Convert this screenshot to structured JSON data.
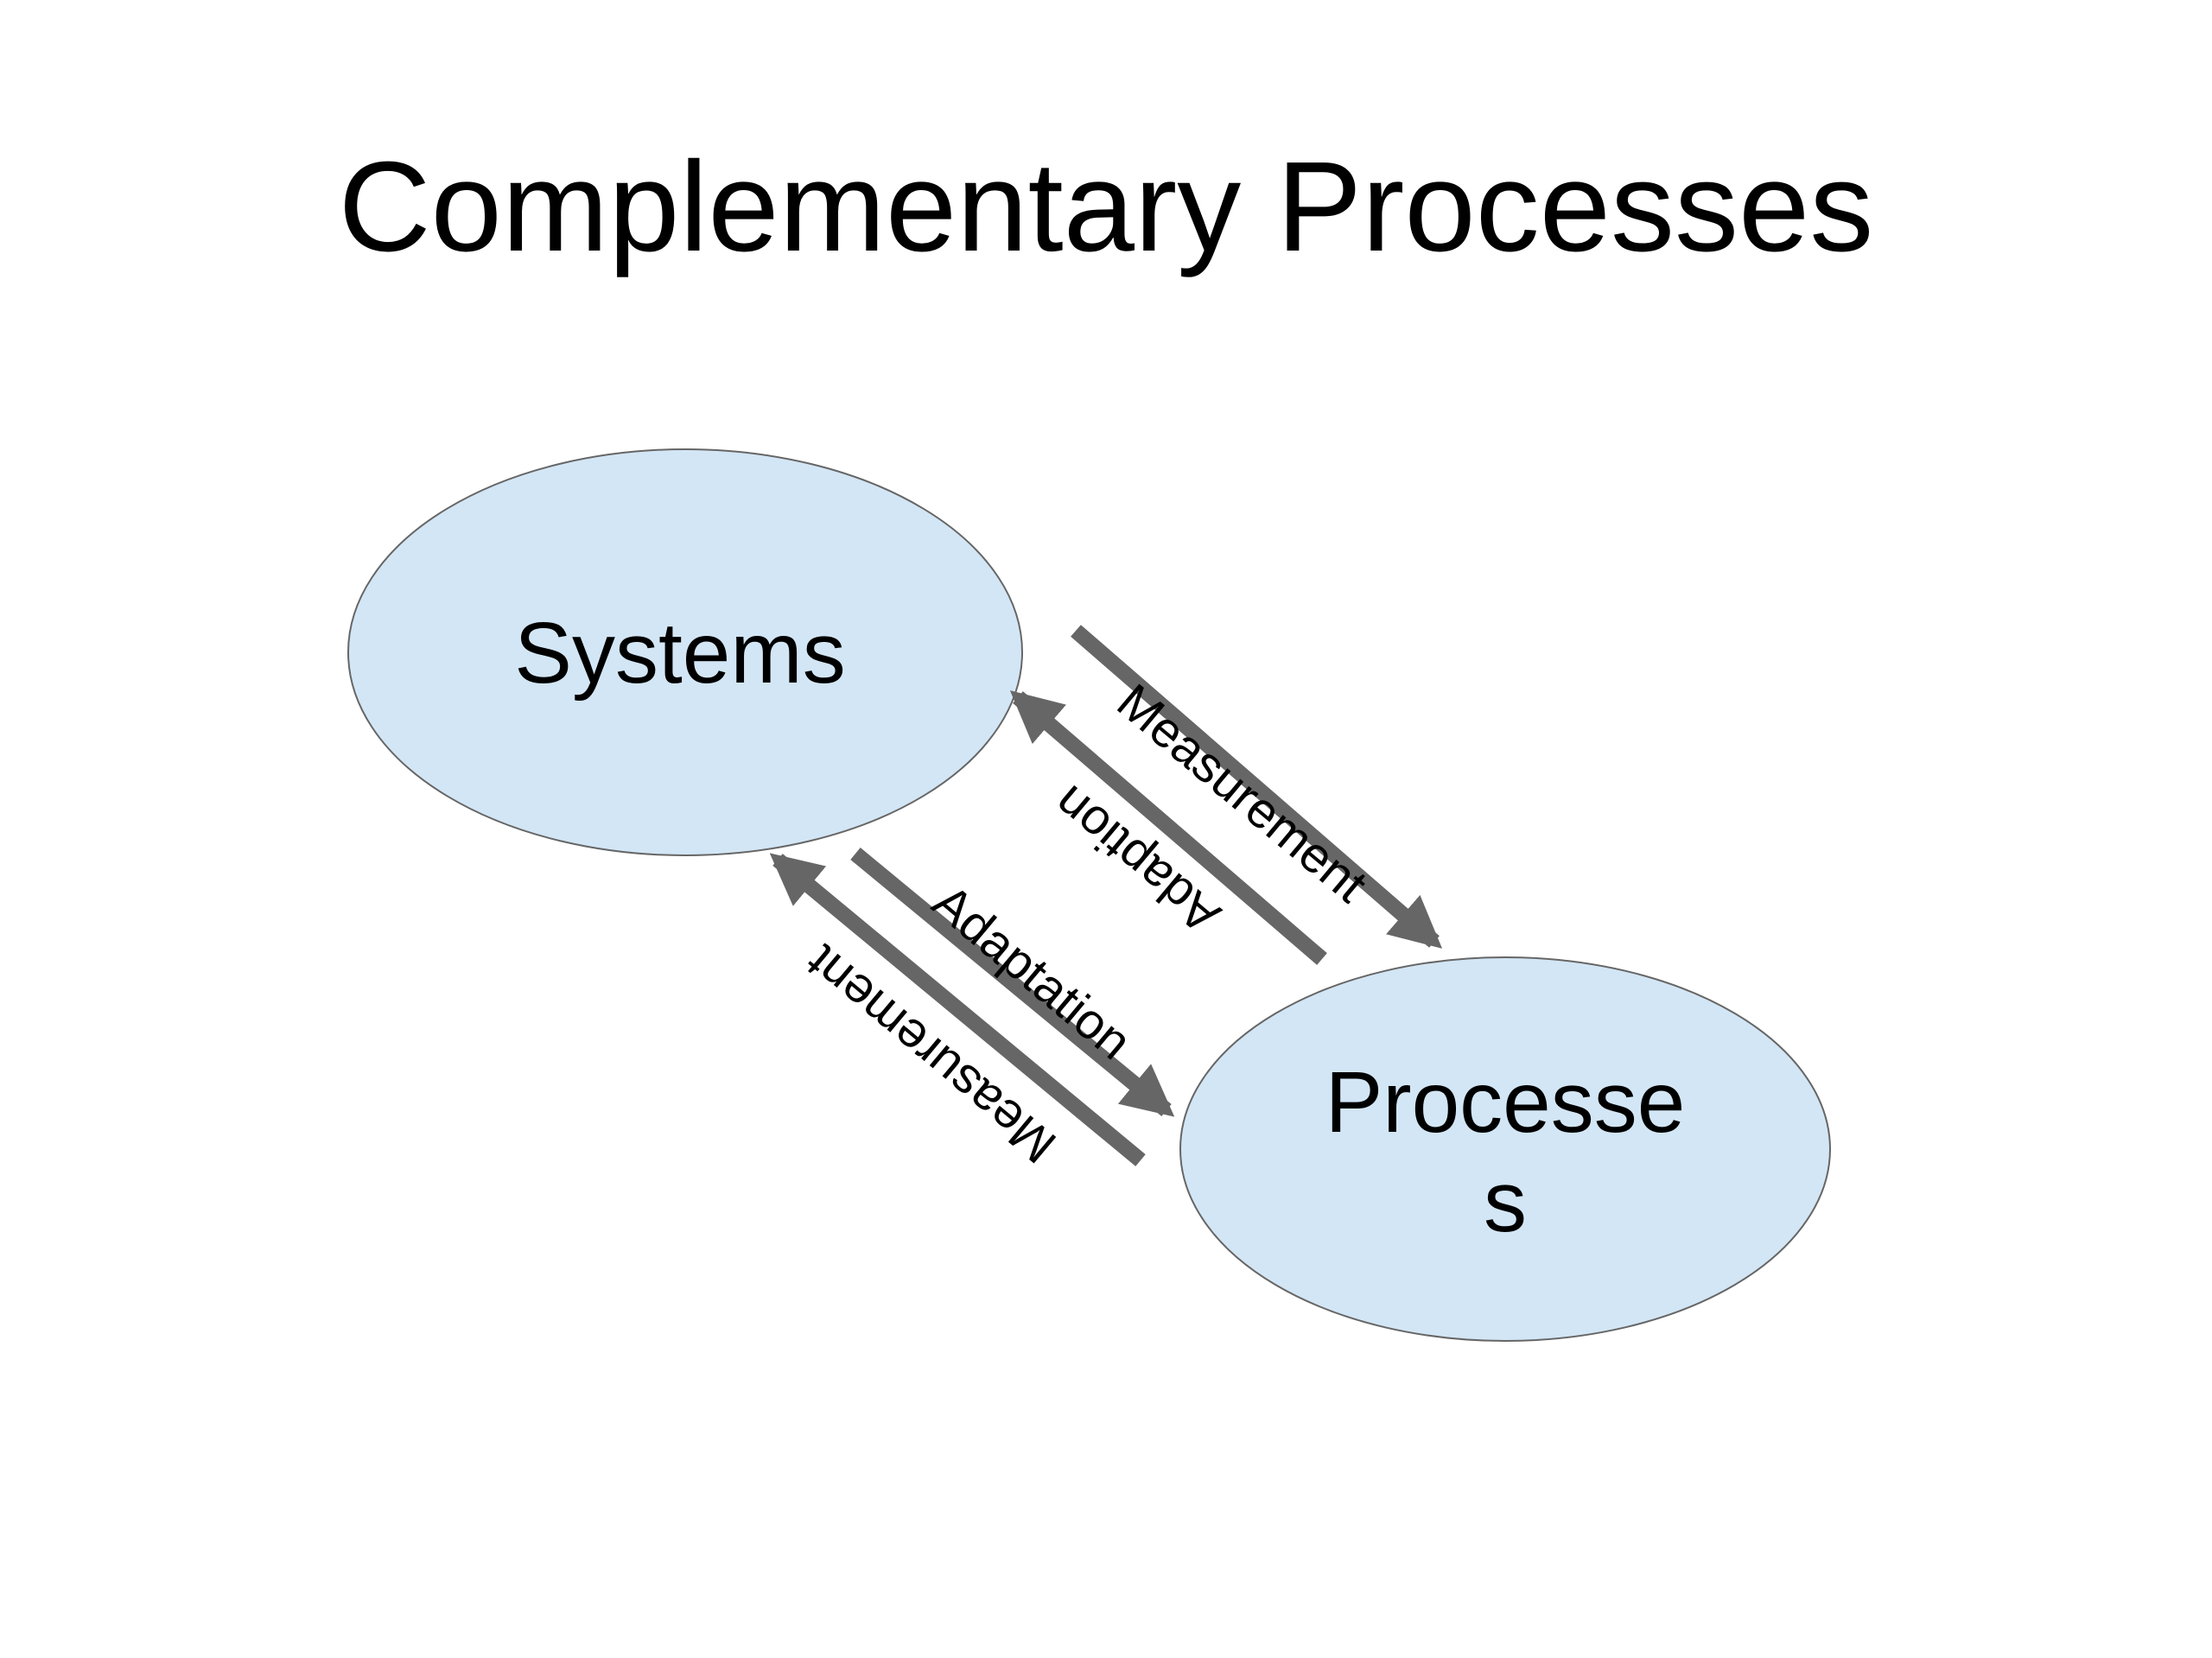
{
  "title": "Complementary Processes",
  "nodes": {
    "systems": {
      "label": "Systems"
    },
    "processes": {
      "line1": "Processe",
      "line2": "s"
    }
  },
  "arrows": {
    "upper_measurement": "Measurement",
    "upper_adaption": "Adaption",
    "lower_adaptation": "Adaptation",
    "lower_measurement": "Measurement"
  },
  "colors": {
    "node_fill": "#d3e6f5",
    "node_stroke": "#666666",
    "arrow": "#666666",
    "text": "#000000",
    "background": "#ffffff"
  }
}
